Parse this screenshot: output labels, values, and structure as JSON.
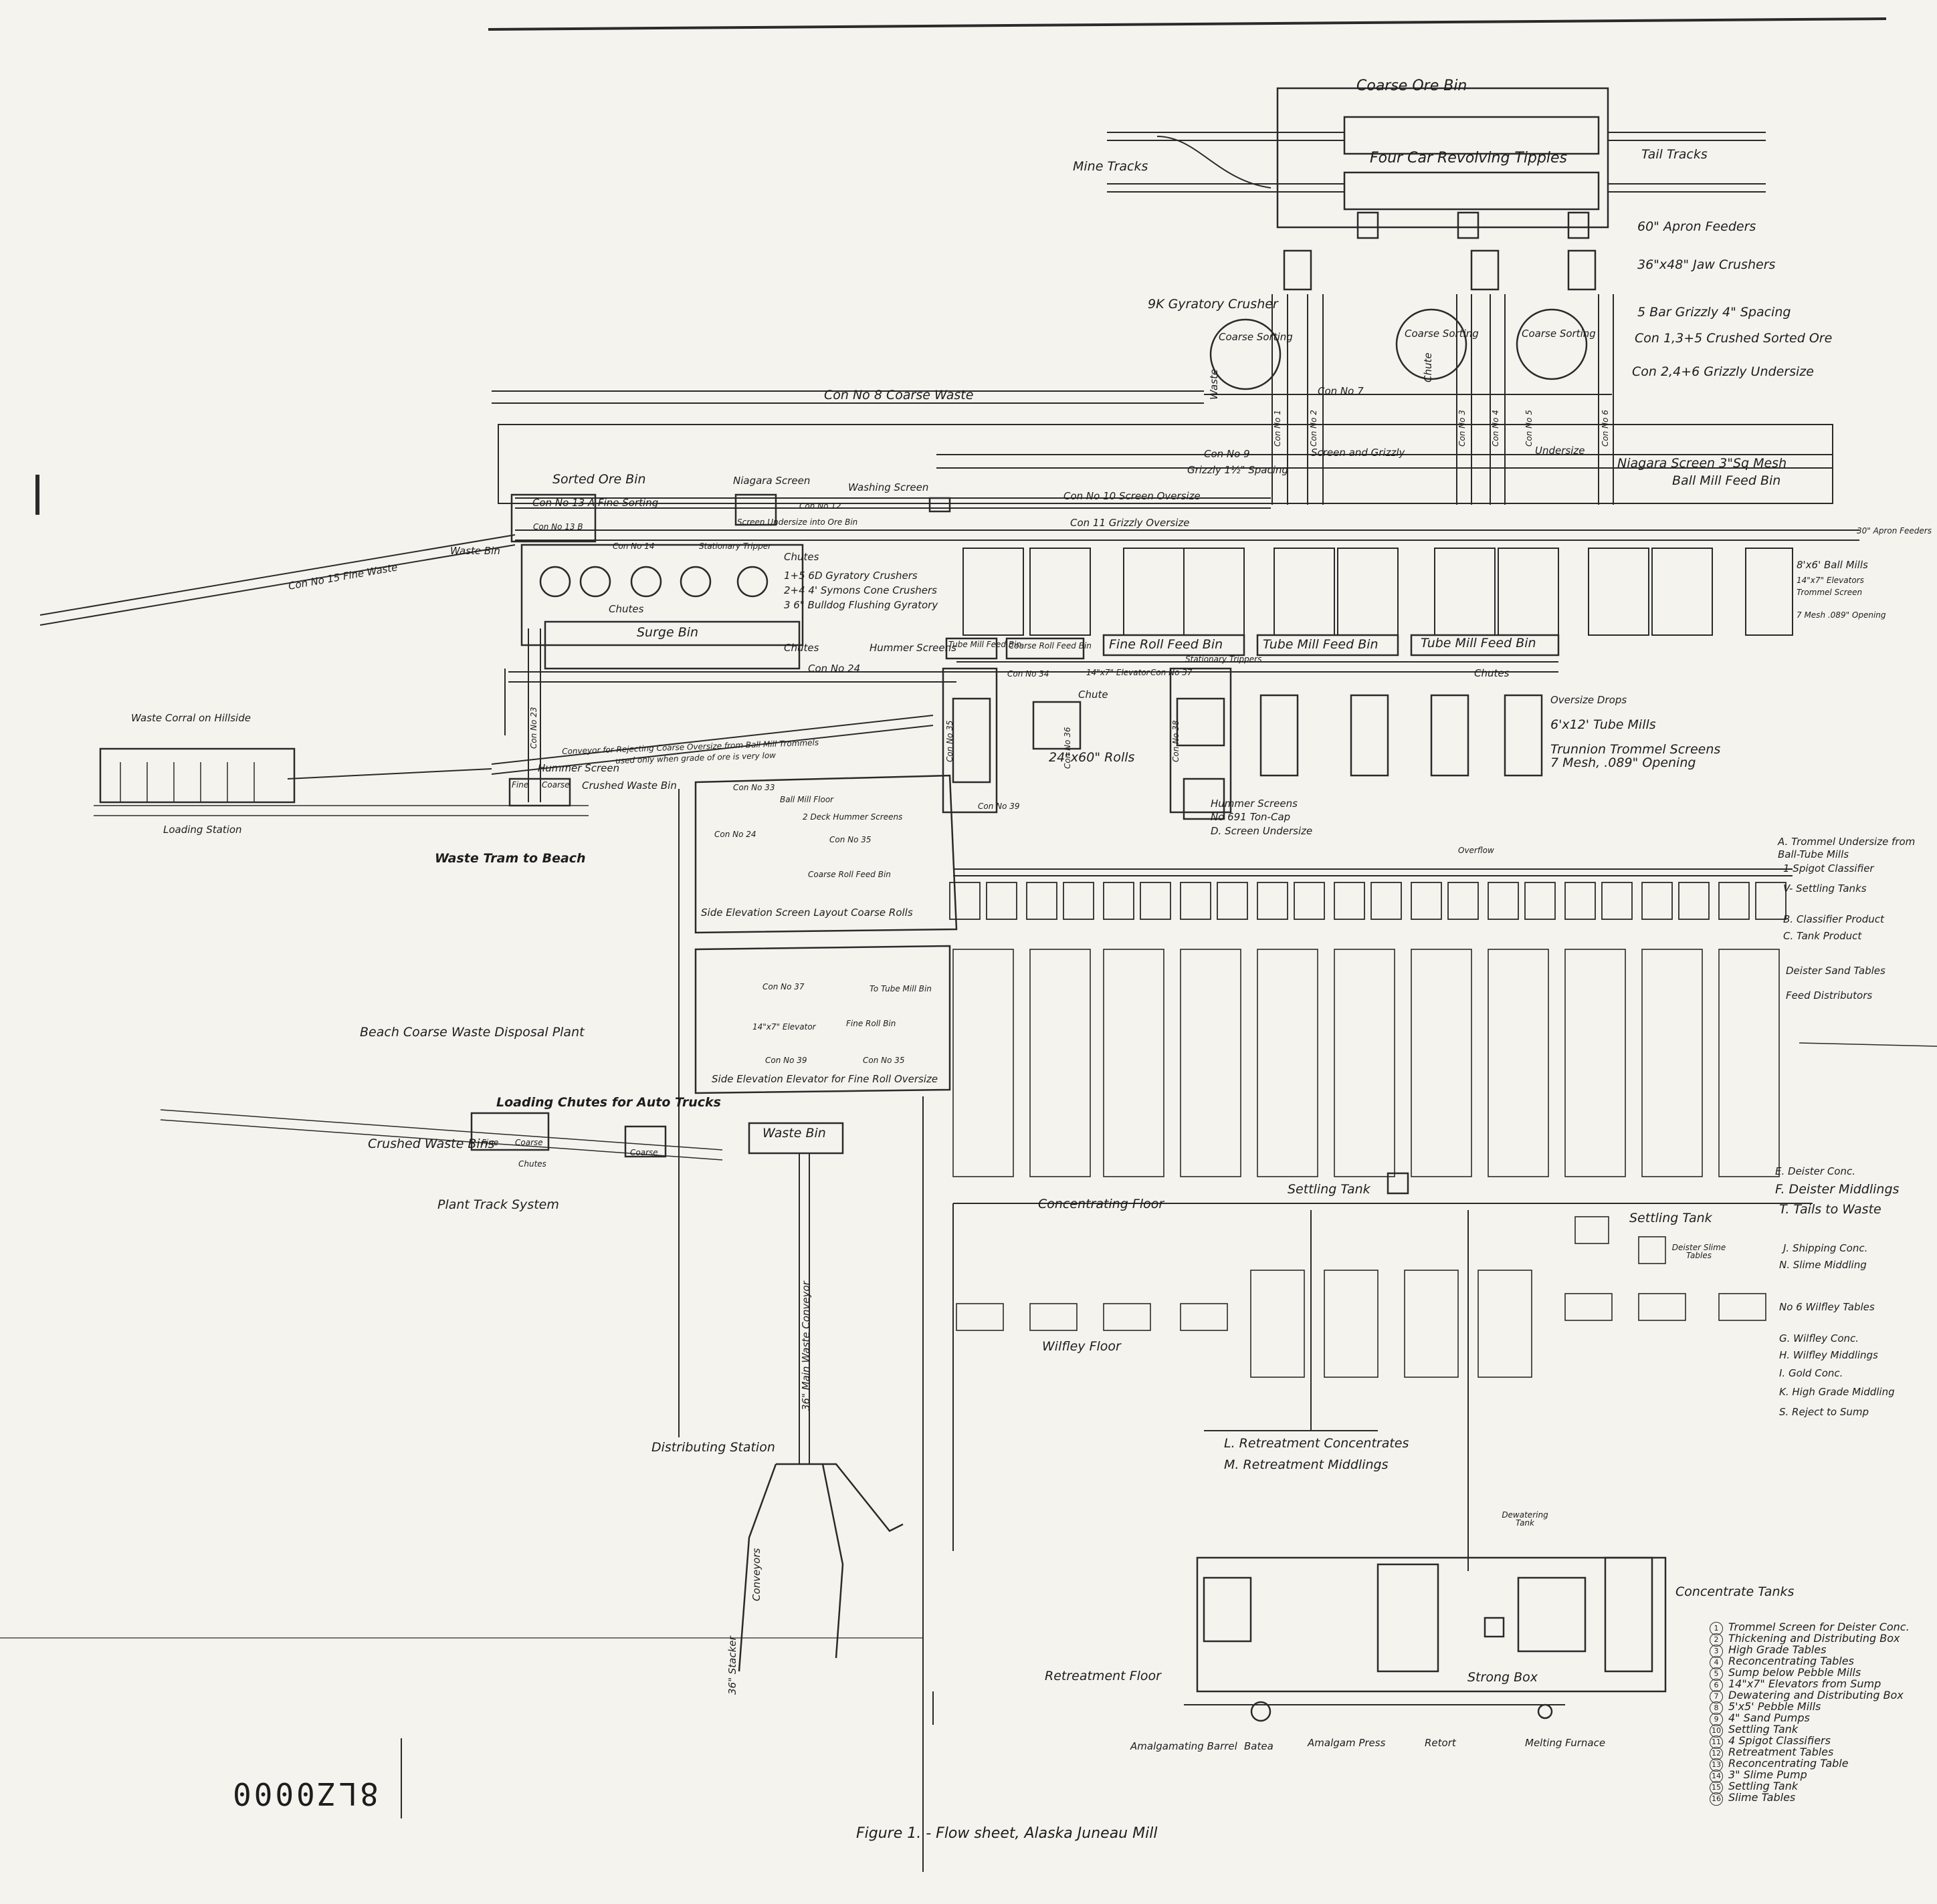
{
  "title": "Figure 1. - Flow sheet, Alaska Juneau Mill",
  "doc_number": "8LZ0000",
  "colors": {
    "ink": "#222222",
    "paper": "#f4f3ee"
  },
  "crushing": {
    "coarse_ore_bin": "Coarse Ore Bin",
    "four_car_tipples": "Four Car Revolving Tipples",
    "mine_tracks": "Mine Tracks",
    "tail_tracks": "Tail Tracks",
    "apron_feeders": "60\" Apron Feeders",
    "jaw_crushers": "36\"x48\" Jaw Crushers",
    "grizzly_bars": "5 Bar Grizzly 4\" Spacing",
    "con_135": "Con 1,3+5 Crushed Sorted Ore",
    "con_246": "Con 2,4+6 Grizzly Undersize",
    "gyratory_9k": "9K Gyratory Crusher",
    "coarse_sorting_1": "Coarse Sorting",
    "coarse_sorting_2": "Coarse Sorting",
    "coarse_sorting_3": "Coarse Sorting",
    "con8": "Con No 8 Coarse Waste",
    "con7": "Con No 7",
    "con9": "Con No 9",
    "screen_grizzly": "Screen and Grizzly",
    "undersize": "Undersize",
    "grizzly_spacing": "Grizzly 1½\" Spacing",
    "niagara_3mesh": "Niagara Screen 3\"Sq Mesh",
    "ball_mill_feed_bin": "Ball Mill Feed Bin",
    "con10": "Con No 10 Screen Oversize",
    "con11": "Con 11 Grizzly Oversize",
    "waste": "Waste",
    "chute": "Chute",
    "con_no": [
      "Con No 1",
      "Con No 2",
      "Con No 3",
      "Con No 4",
      "Con No 5",
      "Con No 6"
    ]
  },
  "sorting": {
    "sorted_ore_bin": "Sorted Ore Bin",
    "niagara_screen": "Niagara Screen",
    "washing_screen": "Washing Screen",
    "con13a": "Con No 13 A Fine Sorting",
    "con13b": "Con No 13 B",
    "con12": "Con No 12",
    "screen_undersize": "Screen Undersize into Ore Bin",
    "con14": "Con No 14",
    "stationary_tripper": "Stationary Tripper",
    "con15": "Con No 15 Fine Waste",
    "waste_bin": "Waste Bin",
    "chutes_a": "Chutes",
    "chutes_b": "Chutes",
    "chutes_c": "Chutes",
    "crusher_1": "1+5 6D Gyratory Crushers",
    "crusher_2": "2+4 4' Symons Cone Crushers",
    "crusher_3": "3 6\" Bulldog Flushing Gyratory",
    "surge_bin": "Surge Bin",
    "con24": "Con No 24",
    "rejecting_conveyor": "Conveyor for Rejecting Coarse Oversize from Ball Mill Trommels",
    "rejecting_note": "used only when grade of ore is very low",
    "hummer_screen": "Hummer Screen",
    "crushed_waste_bin": "Crushed Waste Bin",
    "fine": "Fine",
    "coarse": "Coarse",
    "con_no_23": "Con No 23",
    "waste_corral": "Waste Corral on Hillside",
    "loading_station": "Loading Station",
    "waste_tram": "Waste Tram to Beach"
  },
  "grinding": {
    "apron_feeders_30": "30\" Apron Feeders",
    "ball_mills": "8'x6' Ball Mills",
    "elevators": "14\"x7\" Elevators",
    "trommel_screen": "Trommel Screen",
    "trommel_opening": "7 Mesh .089\" Opening",
    "hummer_screens": "Hummer Screens",
    "tube_mill_feed_bin_small": "Tube Mill Feed Bin",
    "coarse_roll_feed_bin": "Coarse Roll Feed Bin",
    "fine_roll_feed_bin": "Fine Roll Feed Bin",
    "tube_mill_feed_bin_1": "Tube Mill Feed Bin",
    "tube_mill_feed_bin_2": "Tube Mill Feed Bin",
    "stationary_trippers": "Stationary Trippers",
    "elevator_14x7": "14\"x7\" Elevator",
    "con_no_34": "Con No 34",
    "con_no_37": "Con No 37",
    "con_no_35": "Con No 35",
    "con_no_36": "Con No 36",
    "con_no_38": "Con No 38",
    "con_no_39": "Con No 39",
    "chute": "Chute",
    "rolls": "24\"x60\" Rolls",
    "chutes": "Chutes",
    "oversize_drops": "Oversize Drops",
    "tube_mills": "6'x12' Tube Mills",
    "trunnion_screens": "Trunnion Trommel Screens",
    "trunnion_opening": "7 Mesh, .089\" Opening",
    "hummer_screens_2": "Hummer Screens",
    "ton_cap": "No 691 Ton-Cap",
    "d_screen_undersize": "D. Screen Undersize"
  },
  "insets": {
    "one_title": "Side Elevation Screen Layout Coarse Rolls",
    "one_labels": [
      "Con No 33",
      "Ball Mill Floor",
      "2 Deck Hummer Screens",
      "Con No 24",
      "Con No 35",
      "Coarse Roll Feed Bin"
    ],
    "two_title": "Side Elevation Elevator for Fine Roll Oversize",
    "two_labels": [
      "Con No 37",
      "To Tube Mill Bin",
      "14\"x7\" Elevator",
      "Fine Roll Bin",
      "Con No 39",
      "Con No 35"
    ]
  },
  "concentration": {
    "a_label": "A. Trommel Undersize from Ball-Tube Mills",
    "spigot": "1 Spigot Classifier",
    "settling_tanks": "V- Settling Tanks",
    "overflow": "Overflow",
    "b_label": "B. Classifier Product",
    "c_label": "C. Tank Product",
    "deister_sand": "Deister Sand Tables",
    "feed_distributors": "Feed Distributors",
    "floor": "Concentrating Floor",
    "settling_tank": "Settling Tank",
    "e_label": "E. Deister Conc.",
    "f_label": "F. Deister Middlings",
    "t_label": "T. Tails to Waste",
    "settling_tank_2": "Settling Tank",
    "deister_slime": "Deister Slime Tables",
    "j_label": "J. Shipping Conc.",
    "n_label": "N. Slime Middling",
    "wilfley_tables": "No 6 Wilfley Tables",
    "wilfley_floor": "Wilfley Floor",
    "g_label": "G. Wilfley Conc.",
    "h_label": "H. Wilfley Middlings",
    "i_label": "I. Gold Conc.",
    "k_label": "K. High Grade Middling",
    "s_label": "S. Reject to Sump",
    "l_label": "L. Retreatment Concentrates",
    "m_label": "M. Retreatment Middlings"
  },
  "retreatment": {
    "floor": "Retreatment Floor",
    "dewatering_tank": "Dewatering Tank",
    "concentrate_tanks": "Concentrate Tanks",
    "strong_box": "Strong Box",
    "amalgamating_barrel": "Amalgamating Barrel",
    "batea": "Batea",
    "amalgam_press": "Amalgam Press",
    "retort": "Retort",
    "melting_furnace": "Melting Furnace"
  },
  "beach": {
    "plant_title": "Beach Coarse Waste Disposal Plant",
    "loading_chutes": "Loading Chutes for Auto Trucks",
    "crushed_waste_bins": "Crushed Waste Bins",
    "fine": "Fine",
    "coarse": "Coarse",
    "coarse_2": "Coarse",
    "chutes": "Chutes",
    "plant_track": "Plant Track System",
    "waste_bin": "Waste Bin",
    "main_conveyor": "36\" Main Waste Conveyor",
    "distributing_station": "Distributing Station",
    "conveyors": "Conveyors",
    "stacker": "36\" Stacker"
  },
  "legend": [
    "Trommel Screen for Deister Conc.",
    "Thickening and Distributing Box",
    "High Grade Tables",
    "Reconcentrating Tables",
    "Sump below Pebble Mills",
    "14\"x7\" Elevators from Sump",
    "Dewatering and Distributing Box",
    "5'x5' Pebble Mills",
    "4\" Sand Pumps",
    "Settling Tank",
    "4 Spigot Classifiers",
    "Retreatment Tables",
    "Reconcentrating Table",
    "3\" Slime Pump",
    "Settling Tank",
    "Slime Tables"
  ]
}
